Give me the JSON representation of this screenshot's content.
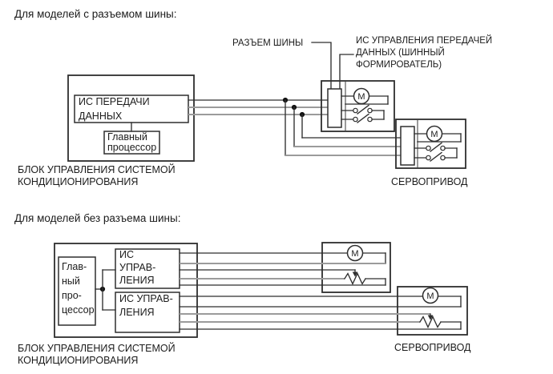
{
  "colors": {
    "background": "#ffffff",
    "line_dark": "#2e2e2e",
    "line_gray": "#9b9b9b",
    "text": "#1c1c1c"
  },
  "top_diagram": {
    "title": "Для моделей с разъемом шины:",
    "control_unit_label_lines": [
      "БЛОК УПРАВЛЕНИЯ СИСТЕМОЙ",
      "КОНДИЦИОНИРОВАНИЯ"
    ],
    "transfer_ic_lines": [
      "ИС ПЕРЕДАЧИ",
      "ДАННЫХ"
    ],
    "cpu_lines": [
      "Главный",
      "процессор"
    ],
    "bus_connector_label": "РАЗЪЕМ ШИНЫ",
    "bus_driver_lines": [
      "ИС УПРАВЛЕНИЯ ПЕРЕДАЧЕЙ",
      "ДАННЫХ (ШИННЫЙ",
      "ФОРМИРОВАТЕЛЬ)"
    ],
    "servo_label": "СЕРВОПРИВОД",
    "motor_letter": "M"
  },
  "bottom_diagram": {
    "title": "Для моделей без разъема шины:",
    "control_unit_label_lines": [
      "БЛОК УПРАВЛЕНИЯ СИСТЕМОЙ",
      "КОНДИЦИОНИРОВАНИЯ"
    ],
    "cpu_lines": [
      "Глав-",
      "ный",
      "про-",
      "цессор"
    ],
    "control_ic1_lines": [
      "ИС",
      "УПРАВ-",
      "ЛЕНИЯ"
    ],
    "control_ic2_lines": [
      "ИС УПРАВ-",
      "ЛЕНИЯ"
    ],
    "servo_label": "СЕРВОПРИВОД",
    "motor_letter": "M"
  }
}
